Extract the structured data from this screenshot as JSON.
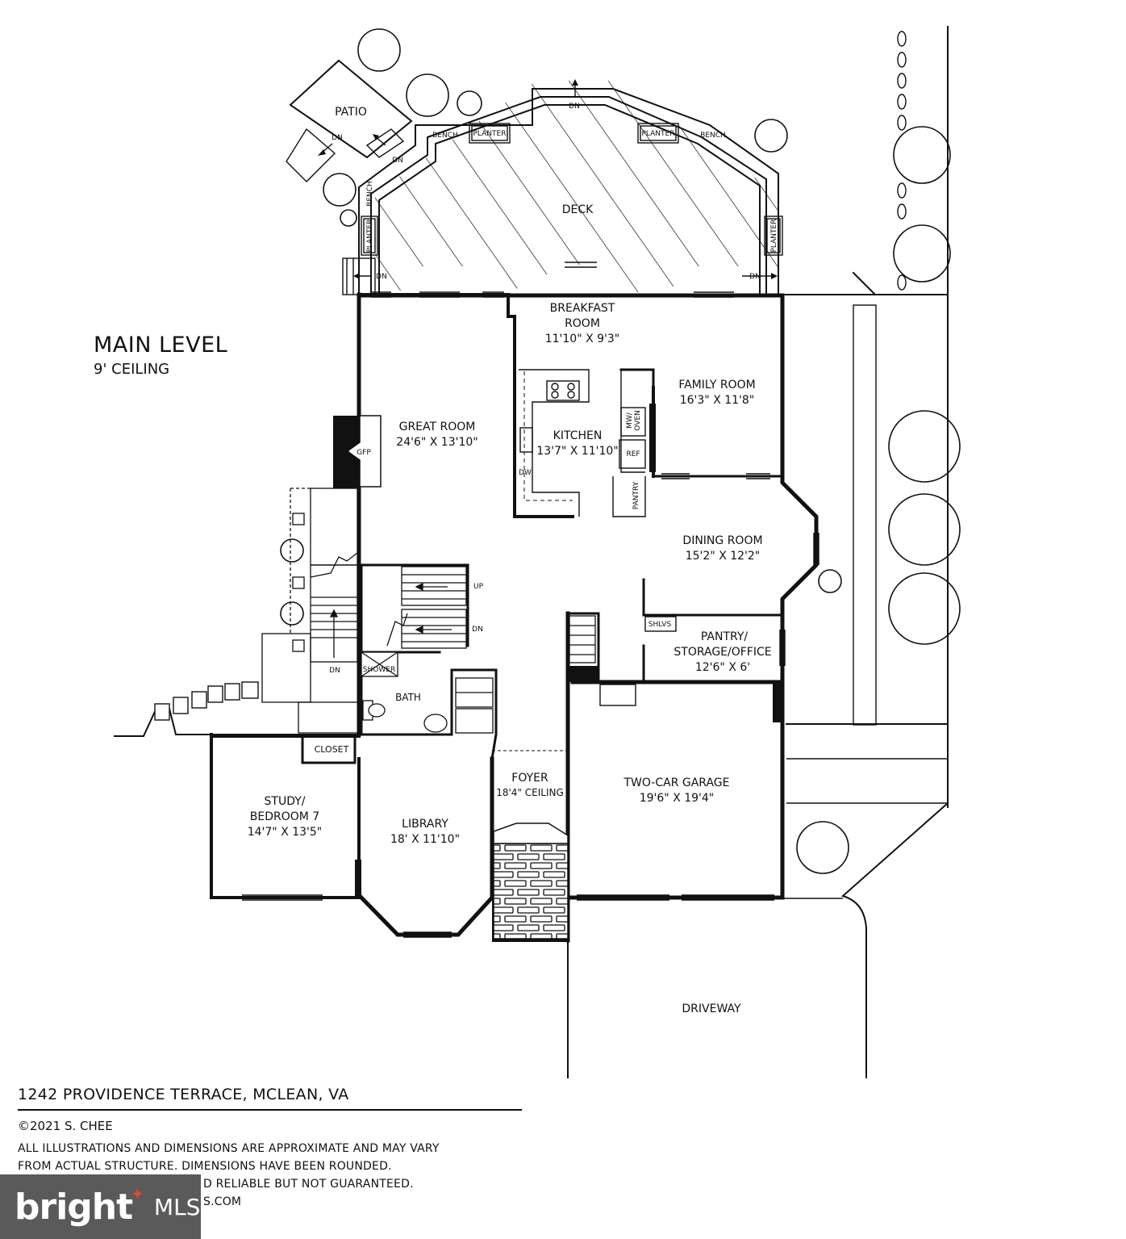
{
  "heading": {
    "title": "MAIN LEVEL",
    "ceiling": "9' CEILING"
  },
  "rooms": {
    "patio": "PATIO",
    "deck": "DECK",
    "breakfast": {
      "name": "BREAKFAST",
      "name2": "ROOM",
      "dims": "11'10\" X 9'3\""
    },
    "family": {
      "name": "FAMILY ROOM",
      "dims": "16'3\" X 11'8\""
    },
    "great": {
      "name": "GREAT ROOM",
      "dims": "24'6\" X 13'10\""
    },
    "kitchen": {
      "name": "KITCHEN",
      "dims": "13'7\" X 11'10\""
    },
    "dining": {
      "name": "DINING ROOM",
      "dims": "15'2\" X 12'2\""
    },
    "pantry_office": {
      "name": "PANTRY/",
      "name2": "STORAGE/OFFICE",
      "dims": "12'6\" X 6'"
    },
    "bath": "BATH",
    "closet": "CLOSET",
    "study": {
      "name": "STUDY/",
      "name2": "BEDROOM 7",
      "dims": "14'7\" X 13'5\""
    },
    "library": {
      "name": "LIBRARY",
      "dims": "18' X 11'10\""
    },
    "foyer": {
      "name": "FOYER",
      "dims": "18'4\" CEILING"
    },
    "garage": {
      "name": "TWO-CAR GARAGE",
      "dims": "19'6\" X 19'4\""
    },
    "driveway": "DRIVEWAY"
  },
  "small_labels": {
    "bench": "BENCH",
    "planter": "PLANTER",
    "dn": "DN",
    "up": "UP",
    "gfp": "GFP",
    "mw_oven_1": "MW/",
    "mw_oven_2": "OVEN",
    "ref": "REF",
    "pantry": "PANTRY",
    "dw": "DW",
    "shower": "SHOWER",
    "shlvs": "SHLVS"
  },
  "footer": {
    "address": "1242 PROVIDENCE TERRACE, MCLEAN, VA",
    "copyright": "©2021 S. CHEE",
    "disclaimer_1": "ALL ILLUSTRATIONS AND DIMENSIONS ARE APPROXIMATE AND MAY VARY",
    "disclaimer_2": "FROM ACTUAL STRUCTURE. DIMENSIONS HAVE BEEN ROUNDED.",
    "disclaimer_3": "D RELIABLE BUT NOT GUARANTEED.",
    "disclaimer_4": "S.COM"
  },
  "watermark": {
    "brand": "bright",
    "suffix": "MLS",
    "accent_color": "#e04a2a",
    "bg_color": "#5a5a5a"
  }
}
